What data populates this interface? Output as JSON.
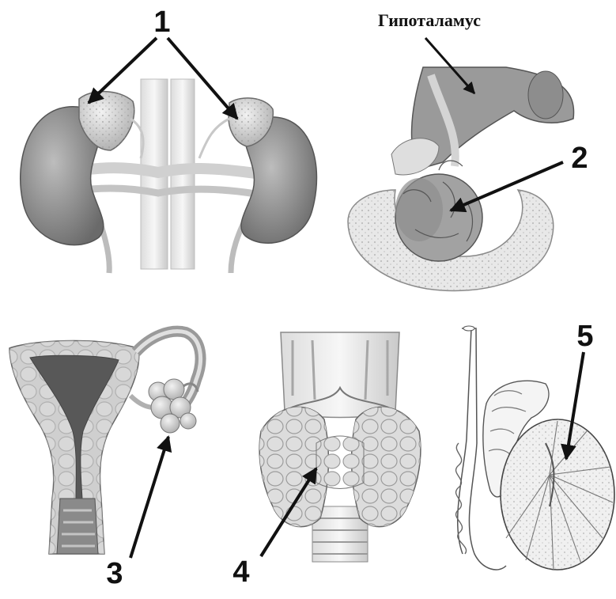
{
  "labels": {
    "n1": "1",
    "n2": "2",
    "n3": "3",
    "n4": "4",
    "n5": "5",
    "hypothalamus": "Гипоталамус"
  },
  "icons": {
    "panel1": "kidneys-adrenal-glands-icon",
    "panel2": "pituitary-gland-icon",
    "panel3": "uterus-ovary-icon",
    "panel4": "thyroid-gland-icon",
    "panel5": "testis-icon"
  },
  "colors": {
    "ink": "#111111",
    "organ_dark": "#6e6e6e",
    "organ_mid": "#a9a9a9",
    "organ_light": "#d9d9d9",
    "bone": "#e6e6e6"
  }
}
